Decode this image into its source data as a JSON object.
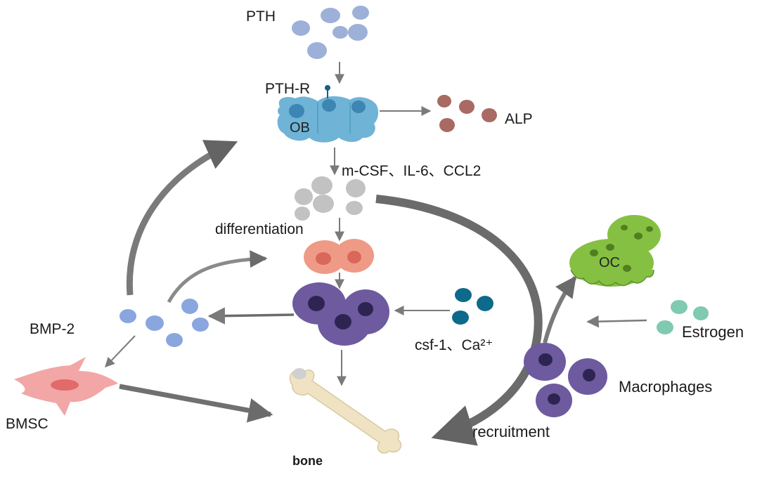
{
  "diagram": {
    "labels": {
      "pth": "PTH",
      "pth_r": "PTH-R",
      "ob": "OB",
      "alp": "ALP",
      "cytokines": "m-CSF、IL-6、CCL2",
      "differentiation": "differentiation",
      "bmp2": "BMP-2",
      "csf_ca": "csf-1、Ca²⁺",
      "oc": "OC",
      "estrogen": "Estrogen",
      "macrophages": "Macrophages",
      "bmsc": "BMSC",
      "recruitment": "recruitment",
      "bone": "bone"
    },
    "colors": {
      "pth": "#9db0d8",
      "ob": "#6fb3d6",
      "alp": "#a86a62",
      "cytokine": "#c2c2c2",
      "progenitor": "#ef9a86",
      "purple_cell": "#6e5a9e",
      "blue_dark": "#0d6a8a",
      "bmp2": "#8aa6df",
      "bmsc": "#f2a6a6",
      "oc": "#86c043",
      "estrogen": "#7fcab0",
      "bone": "#f0e3c4",
      "arrow_thick": "#6b6b6b",
      "arrow_thin": "#7a7a7a"
    }
  }
}
